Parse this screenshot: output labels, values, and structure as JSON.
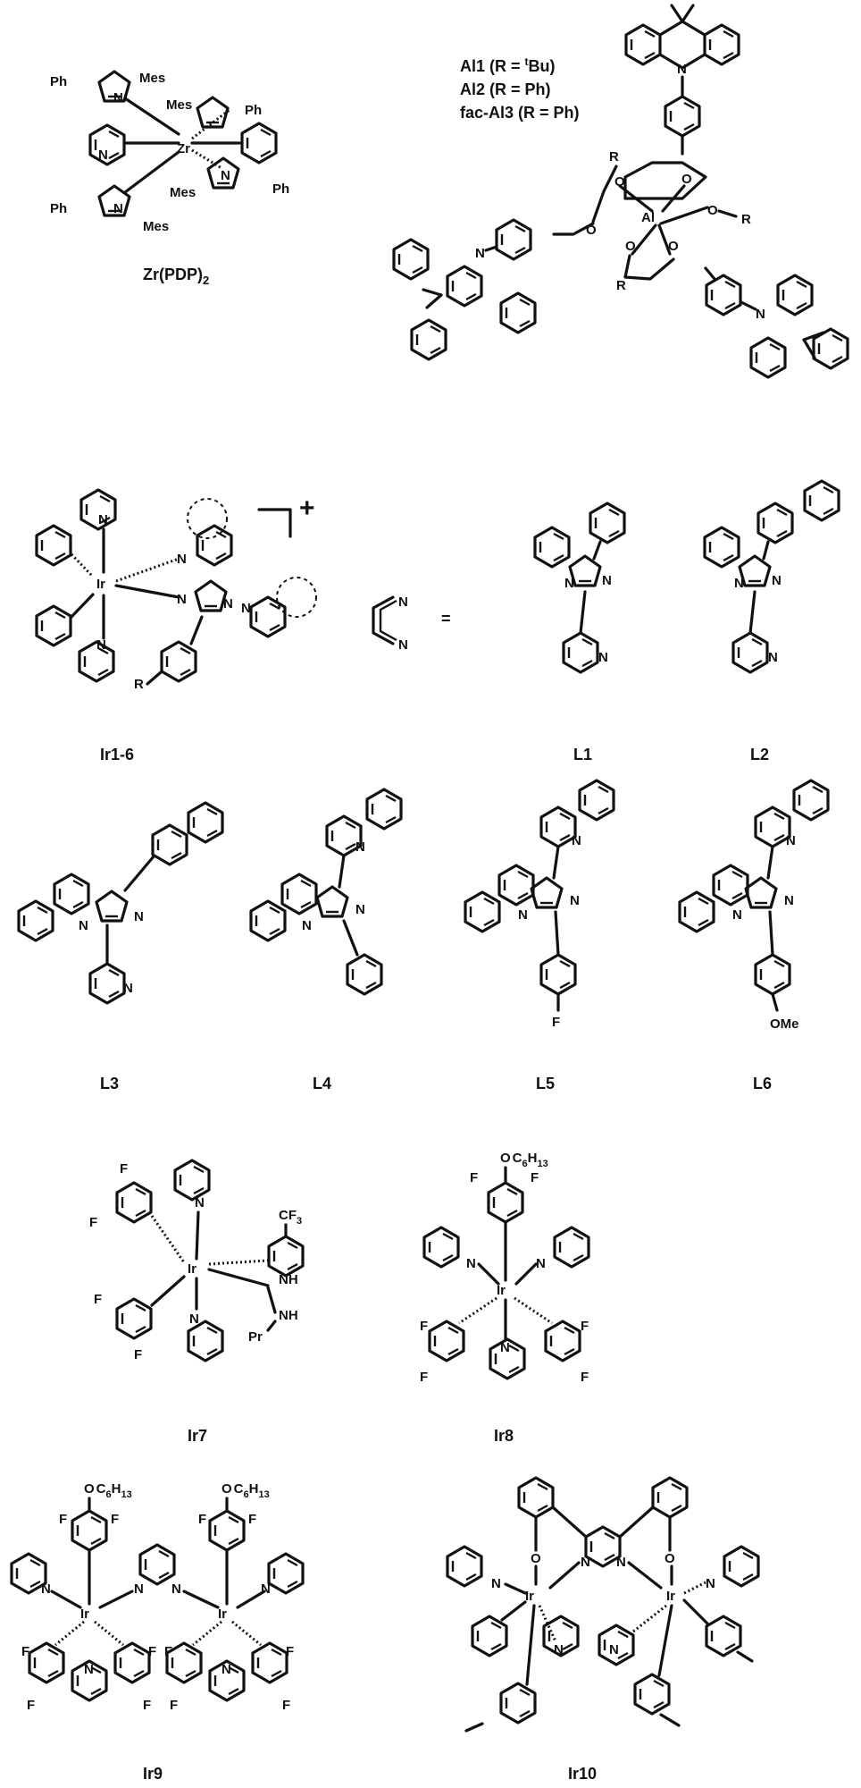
{
  "labels": {
    "zr": "Zr(PDP)",
    "zr_sub": "2",
    "al_series": [
      "Al1 (R = ",
      "Al2 (R = Ph)",
      "fac-Al3 (R = Ph)"
    ],
    "al1_tbu": "Bu",
    "al1_t": "t",
    "al1_close": ")",
    "ir1_6": "Ir1-6",
    "charge": "+",
    "equals": "=",
    "ligands": [
      "L1",
      "L2",
      "L3",
      "L4",
      "L5",
      "L6"
    ],
    "ir7": "Ir7",
    "ir8": "Ir8",
    "ir9": "Ir9",
    "ir10": "Ir10"
  },
  "atoms": {
    "N": "N",
    "Zr": "Zr",
    "Ir": "Ir",
    "Al": "Al",
    "O": "O",
    "F": "F",
    "R": "R",
    "Ph": "Ph",
    "Mes": "Mes",
    "OMe": "OMe",
    "CF3": "CF",
    "three": "3",
    "NH": "NH",
    "Pr": "Pr",
    "OC6H13": "O",
    "C6": "C",
    "six": "6",
    "H": "H",
    "thirteen": "13"
  }
}
